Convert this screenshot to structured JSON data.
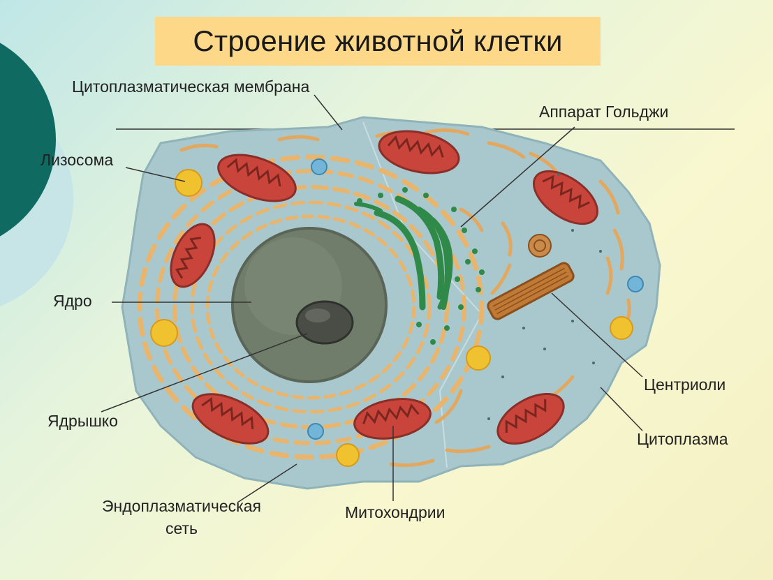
{
  "title": "Строение животной клетки",
  "labels": {
    "membrane": "Цитоплазматическая мембрана",
    "golgi": "Аппарат Гольджи",
    "lysosome": "Лизосома",
    "nucleus": "Ядро",
    "centrioles": "Центриоли",
    "nucleolus": "Ядрышко",
    "cytoplasm": "Цитоплазма",
    "er_line1": "Эндоплазматическая",
    "er_line2": "сеть",
    "mitochondria": "Митохондрии"
  },
  "colors": {
    "title_bg": "#fcd888",
    "cell_fill": "#a8c9cf",
    "mito_fill": "#c9453c",
    "nucleus_fill": "#6f7b6a",
    "golgi_fill": "#2f8a4a",
    "lysosome_fill": "#f1c230",
    "er_fill": "#e9b56d",
    "circle_dark": "#0f6b62",
    "circle_light": "#bfe0e3"
  }
}
